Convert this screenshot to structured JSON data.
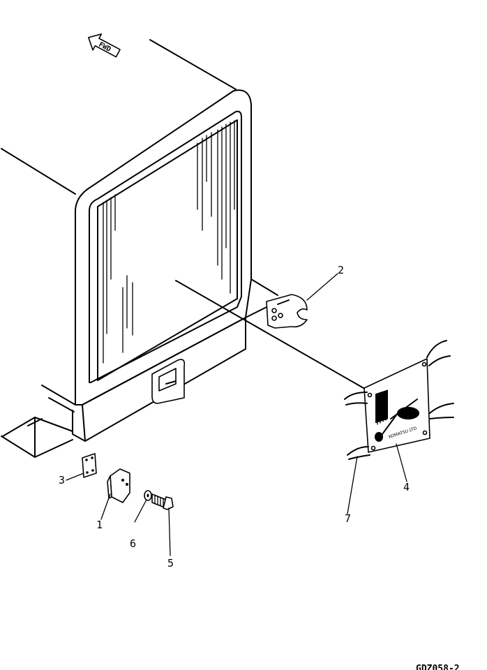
{
  "direction_arrow": {
    "label": "FWD"
  },
  "callouts": [
    {
      "id": "1",
      "label": "1"
    },
    {
      "id": "2",
      "label": "2"
    },
    {
      "id": "3",
      "label": "3"
    },
    {
      "id": "4",
      "label": "4"
    },
    {
      "id": "5",
      "label": "5"
    },
    {
      "id": "6",
      "label": "6"
    },
    {
      "id": "7",
      "label": "7"
    }
  ],
  "plate": {
    "brand_text": "KOMATSU LTD"
  },
  "drawing_code": "GDZ058-2"
}
